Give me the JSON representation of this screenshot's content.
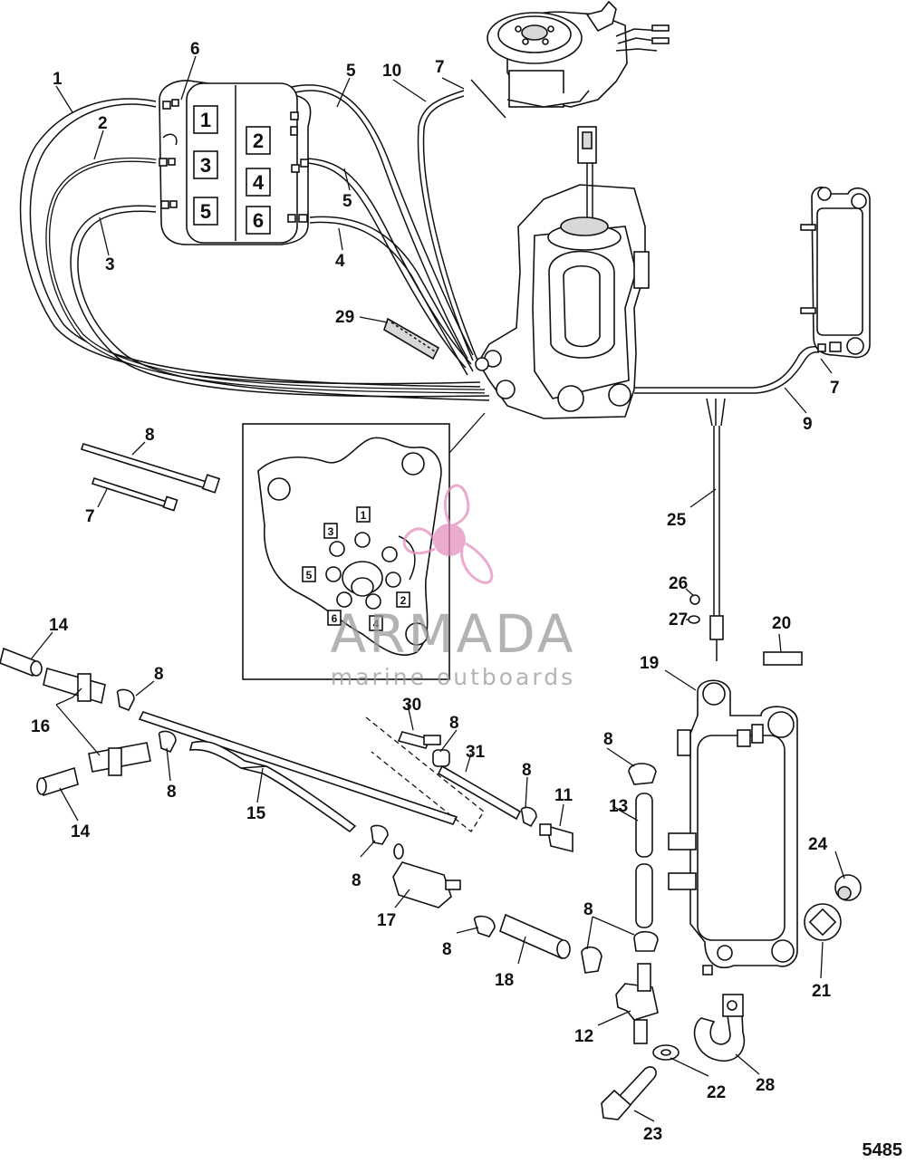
{
  "diagram": {
    "figure_number": "5485",
    "callouts": [
      {
        "id": "c1",
        "text": "1"
      },
      {
        "id": "c2",
        "text": "2"
      },
      {
        "id": "c3",
        "text": "3"
      },
      {
        "id": "c4",
        "text": "4"
      },
      {
        "id": "c5a",
        "text": "5"
      },
      {
        "id": "c5b",
        "text": "5"
      },
      {
        "id": "c6",
        "text": "6"
      },
      {
        "id": "c7a",
        "text": "7"
      },
      {
        "id": "c7b",
        "text": "7"
      },
      {
        "id": "c7c",
        "text": "7"
      },
      {
        "id": "c8a",
        "text": "8"
      },
      {
        "id": "c8b",
        "text": "8"
      },
      {
        "id": "c8c",
        "text": "8"
      },
      {
        "id": "c8d",
        "text": "8"
      },
      {
        "id": "c8e",
        "text": "8"
      },
      {
        "id": "c8f",
        "text": "8"
      },
      {
        "id": "c8g",
        "text": "8"
      },
      {
        "id": "c8h",
        "text": "8"
      },
      {
        "id": "c8i",
        "text": "8"
      },
      {
        "id": "c9",
        "text": "9"
      },
      {
        "id": "c10",
        "text": "10"
      },
      {
        "id": "c11",
        "text": "11"
      },
      {
        "id": "c12",
        "text": "12"
      },
      {
        "id": "c13",
        "text": "13"
      },
      {
        "id": "c14a",
        "text": "14"
      },
      {
        "id": "c14b",
        "text": "14"
      },
      {
        "id": "c15",
        "text": "15"
      },
      {
        "id": "c16",
        "text": "16"
      },
      {
        "id": "c17",
        "text": "17"
      },
      {
        "id": "c18",
        "text": "18"
      },
      {
        "id": "c19",
        "text": "19"
      },
      {
        "id": "c20",
        "text": "20"
      },
      {
        "id": "c21",
        "text": "21"
      },
      {
        "id": "c22",
        "text": "22"
      },
      {
        "id": "c23",
        "text": "23"
      },
      {
        "id": "c24",
        "text": "24"
      },
      {
        "id": "c25",
        "text": "25"
      },
      {
        "id": "c26",
        "text": "26"
      },
      {
        "id": "c27",
        "text": "27"
      },
      {
        "id": "c28",
        "text": "28"
      },
      {
        "id": "c29",
        "text": "29"
      },
      {
        "id": "c30",
        "text": "30"
      },
      {
        "id": "c31",
        "text": "31"
      }
    ],
    "cylinder_boxes": [
      "1",
      "2",
      "3",
      "4",
      "5",
      "6"
    ],
    "detail_box_labels": [
      "1",
      "2",
      "3",
      "4",
      "5",
      "6"
    ]
  },
  "watermark": {
    "brand": "ARMADA",
    "tagline": "marine outboards",
    "color": "#e48fbf"
  }
}
